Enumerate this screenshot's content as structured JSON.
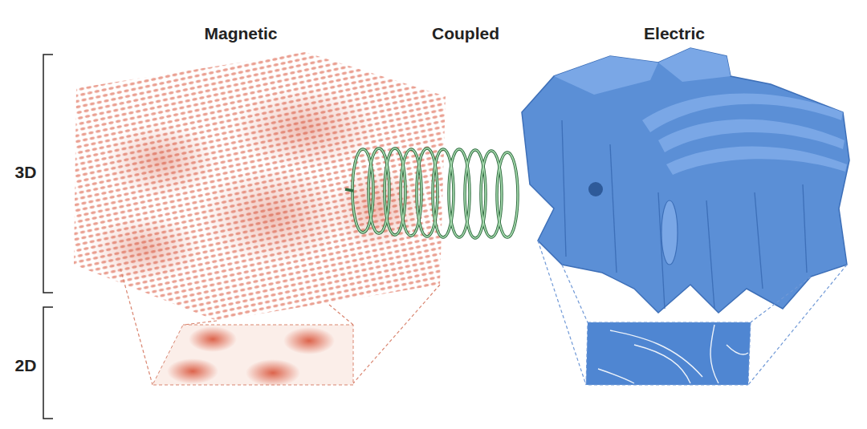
{
  "diagram": {
    "labels": [
      "Magnetic",
      "Coupled",
      "Electric",
      "3D",
      "2D"
    ]
  }
}
